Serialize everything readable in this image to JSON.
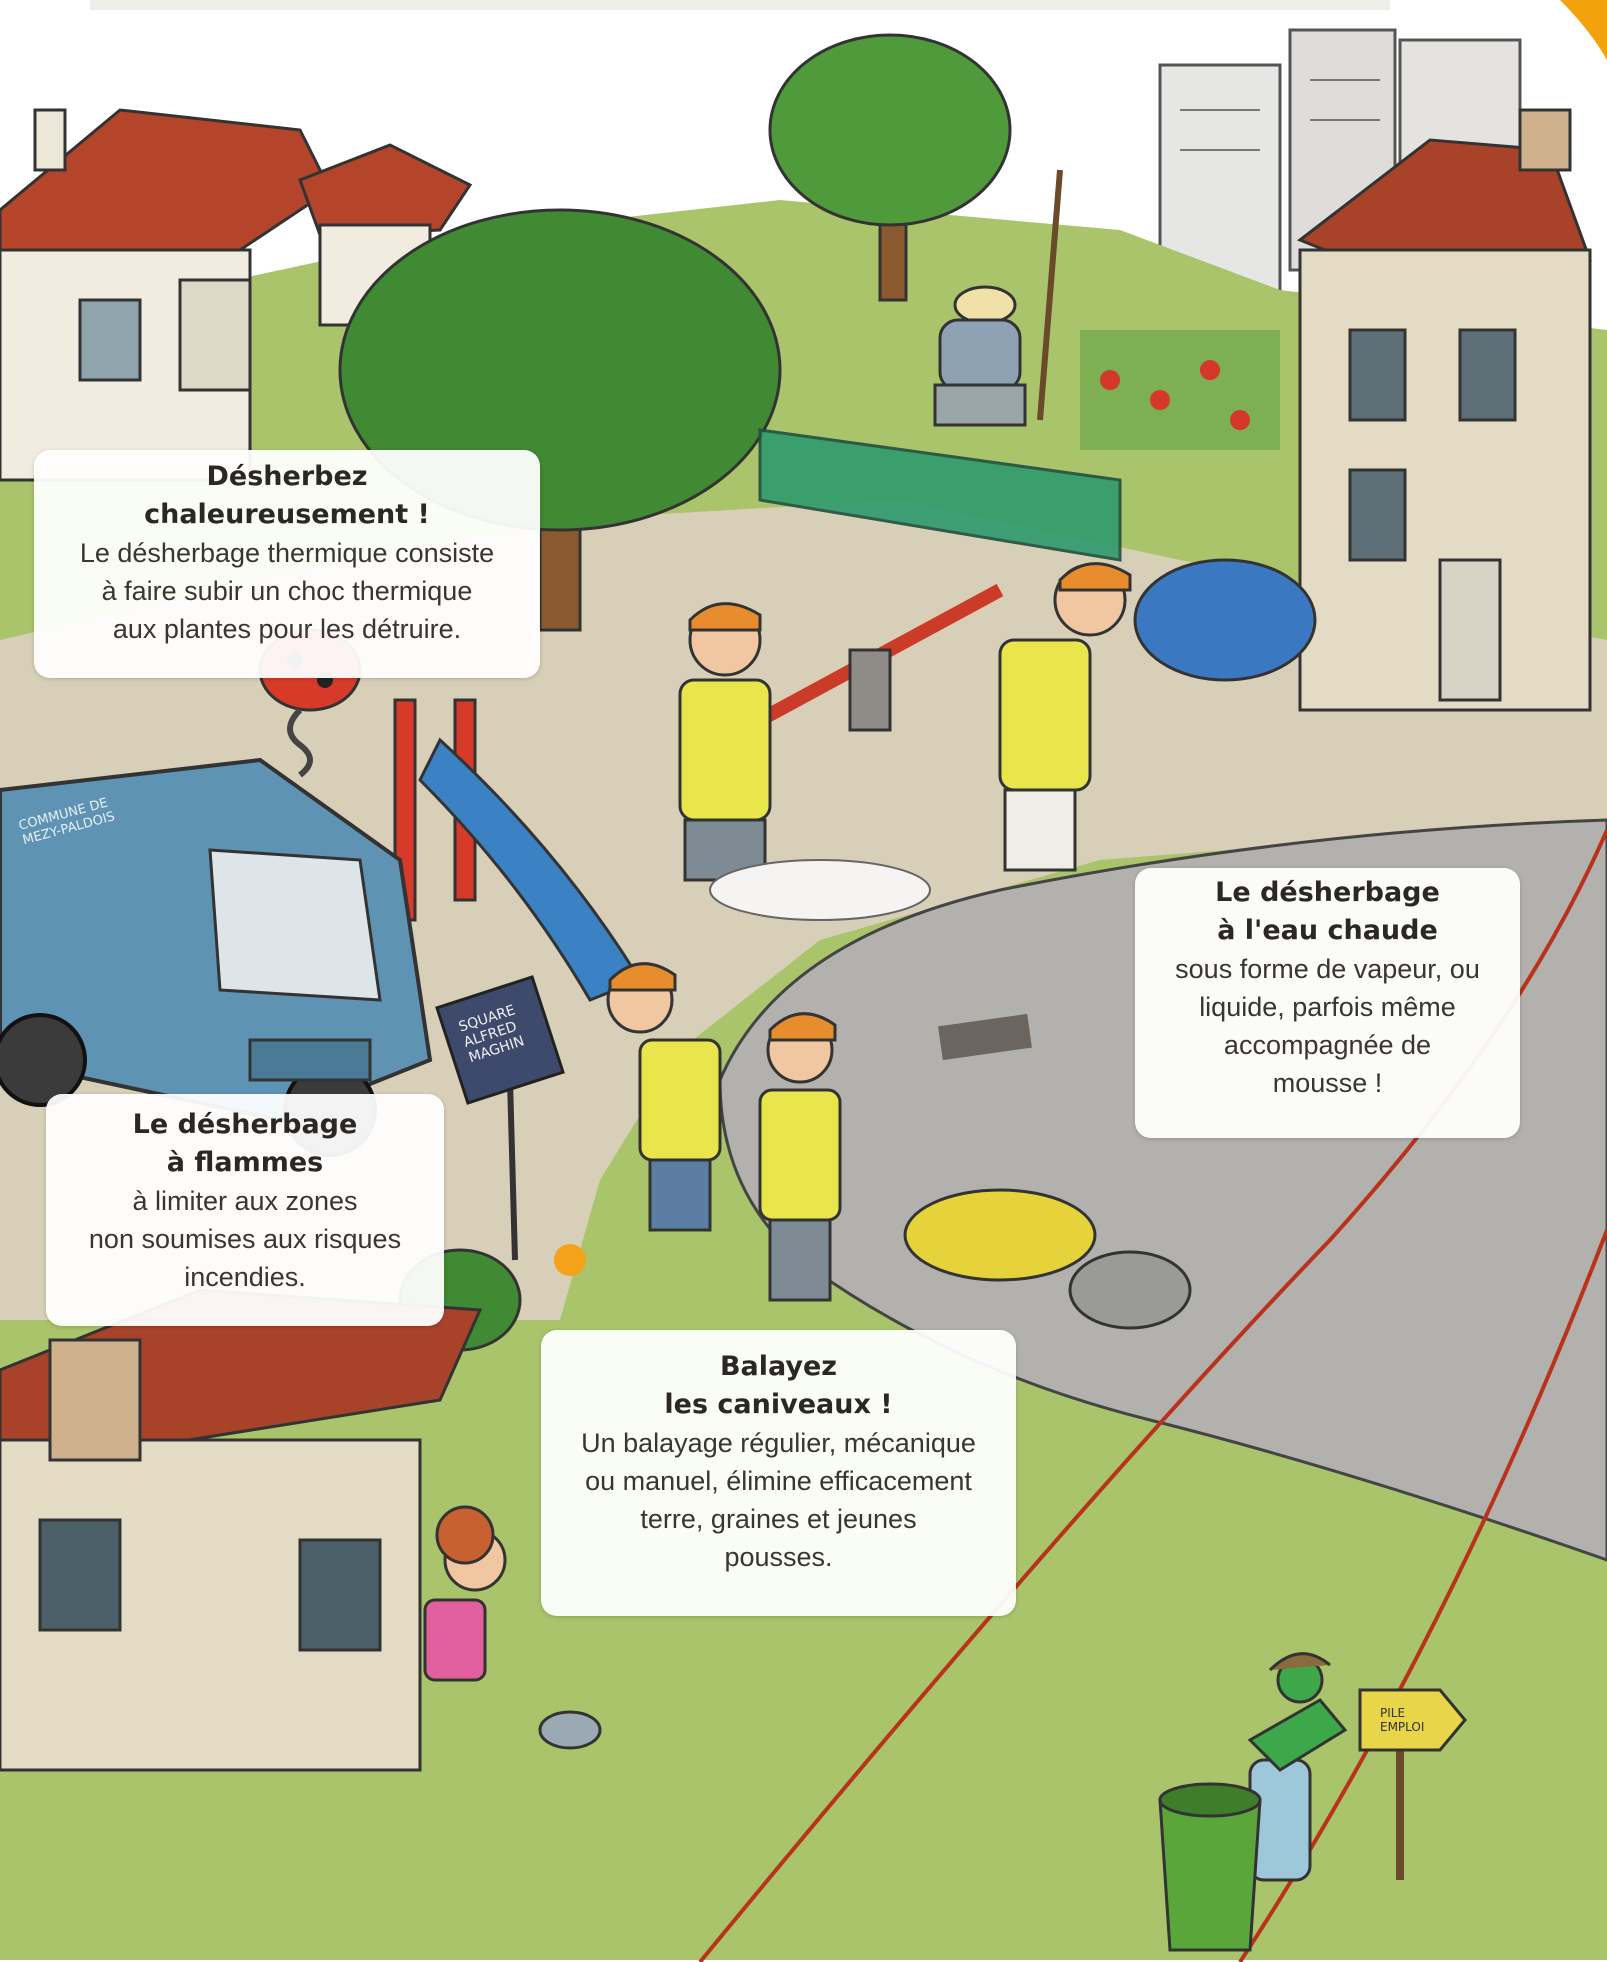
{
  "callouts": {
    "thermal": {
      "title": "Désherbez\nchaleureusement !",
      "text": "Le désherbage thermique consiste\nà faire subir un choc thermique\naux plantes pour les détruire."
    },
    "hot_water": {
      "title": "Le désherbage\nà l'eau chaude",
      "text": "sous forme de vapeur, ou\nliquide, parfois même\naccompagnée de\nmousse !"
    },
    "flames": {
      "title": "Le désherbage\nà flammes",
      "text": "à limiter aux zones\nnon soumises aux risques\nincendies."
    },
    "gutters": {
      "title": "Balayez\nles caniveaux !",
      "text": "Un balayage régulier, mécanique\nou manuel, élimine efficacement\nterre, graines et jeunes\npousses."
    }
  },
  "signs": {
    "square": "SQUARE\nALFRED\nMAGHIN",
    "truck_door": "COMMUNE DE\nMEZY-PALDOIS",
    "arrow_sign": "PILE\nEMPLOI"
  },
  "colors": {
    "grass": "#a9c46a",
    "road": "#b3b1ad",
    "sidewalk": "#d8cfb8",
    "roof": "#b4452a",
    "truck": "#5f93b4",
    "vest": "#e8e64a",
    "curve_red": "#b8321c",
    "sun_orange": "#f2a20a"
  }
}
